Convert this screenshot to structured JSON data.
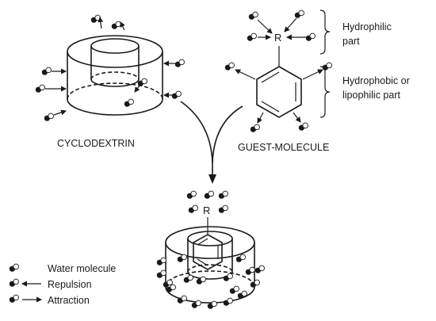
{
  "labels": {
    "cyclodextrin": "CYCLODEXTRIN",
    "guest_molecule": "GUEST-MOLECULE",
    "hydrophilic_line1": "Hydrophilic",
    "hydrophilic_line2": "part",
    "hydrophobic_line1": "Hydrophobic or",
    "hydrophobic_line2": "lipophilic part",
    "r_group": "R",
    "r_group_complex": "R"
  },
  "legend": {
    "items": [
      {
        "label": "Water molecule"
      },
      {
        "label": "Repulsion"
      },
      {
        "label": "Attraction"
      }
    ]
  }
}
